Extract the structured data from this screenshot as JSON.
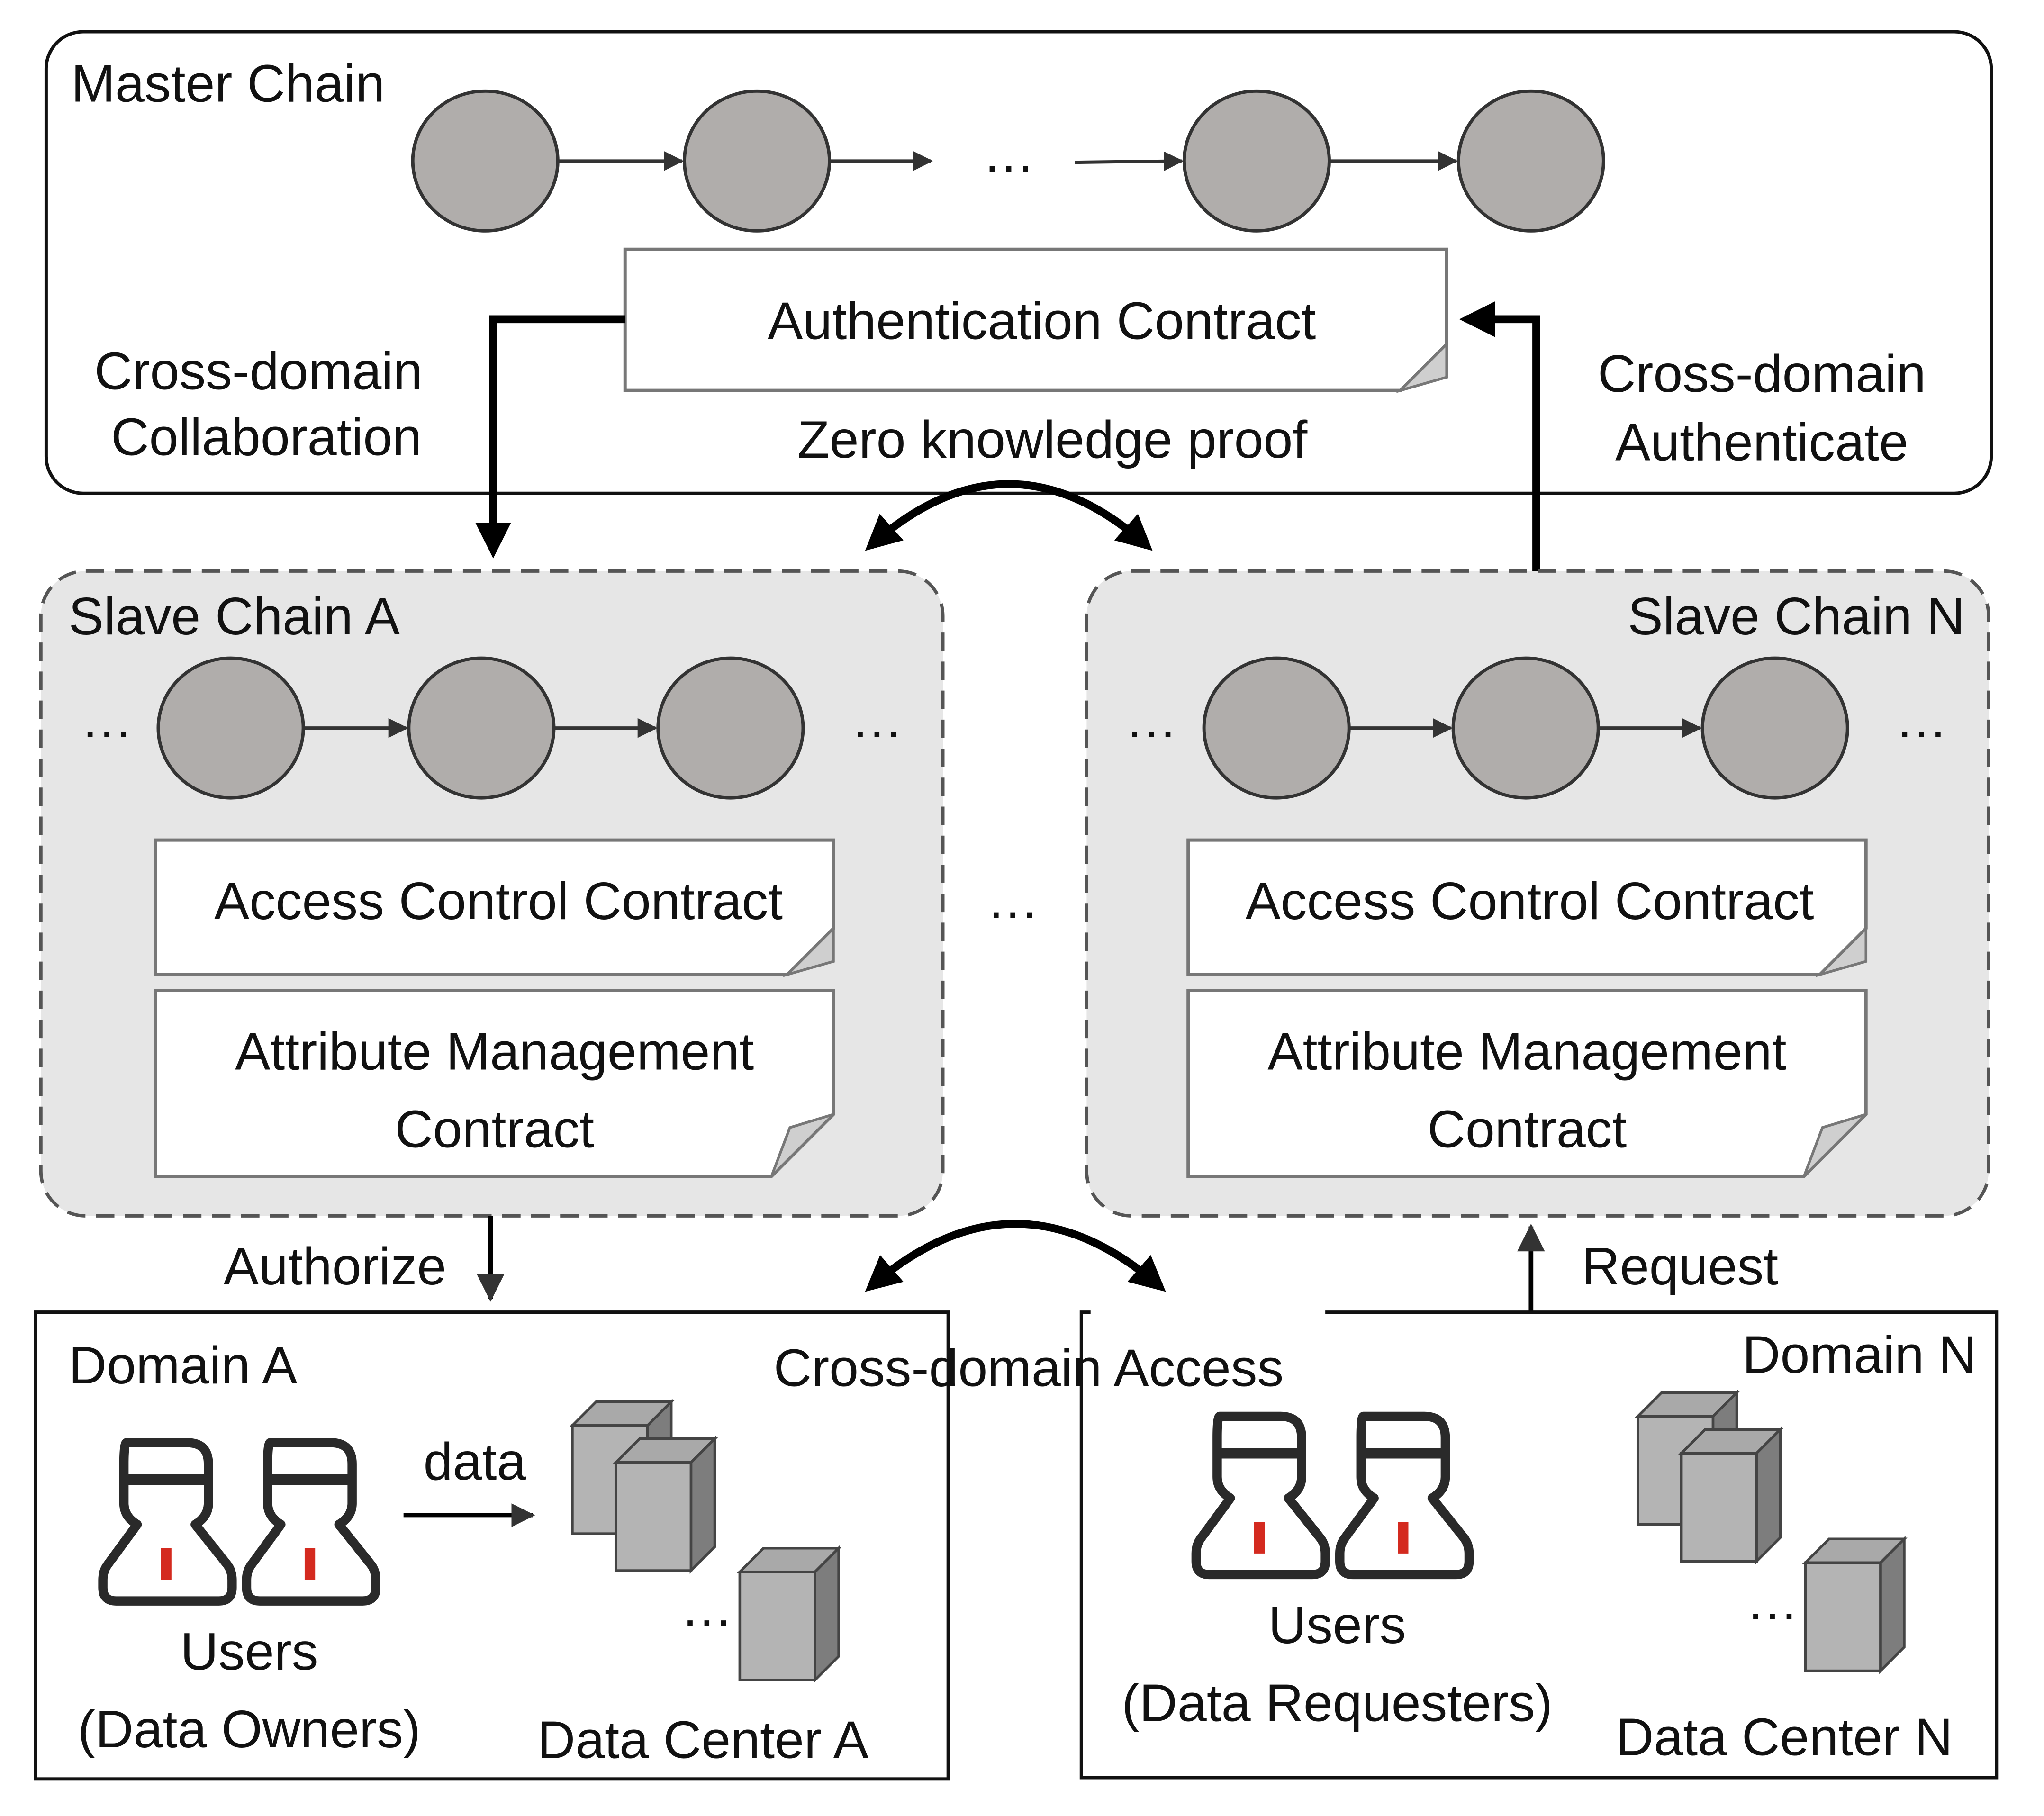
{
  "master": {
    "title": "Master Chain",
    "ellipsis": "…",
    "auth_contract": "Authentication Contract",
    "left_label_1": "Cross-domain",
    "left_label_2": "Collaboration",
    "right_label_1": "Cross-domain",
    "right_label_2": "Authenticate"
  },
  "zkp_label": "Zero knowledge proof",
  "slave_a": {
    "title": "Slave Chain A",
    "ellipsis_left": "…",
    "ellipsis_right": "…",
    "access_contract": "Access Control Contract",
    "attr_contract_1": "Attribute Management",
    "attr_contract_2": "Contract"
  },
  "slave_n": {
    "title": "Slave Chain N",
    "ellipsis_left": "…",
    "ellipsis_right": "…",
    "access_contract": "Access Control Contract",
    "attr_contract_1": "Attribute Management",
    "attr_contract_2": "Contract"
  },
  "middle_ellipsis": "…",
  "authorize_label": "Authorize",
  "request_label": "Request",
  "cross_access_label": "Cross-domain Access",
  "domain_a": {
    "title": "Domain A",
    "data_label": "data",
    "users_1": "Users",
    "users_2": "(Data Owners)",
    "center": "Data Center A",
    "ellipsis": "…"
  },
  "domain_n": {
    "title": "Domain N",
    "users_1": "Users",
    "users_2": "(Data Requesters)",
    "center": "Data Center N",
    "ellipsis": "…"
  },
  "colors": {
    "node_fill": "#b0adab",
    "slave_bg": "#e6e6e6",
    "user_accent": "#d42a1f"
  }
}
